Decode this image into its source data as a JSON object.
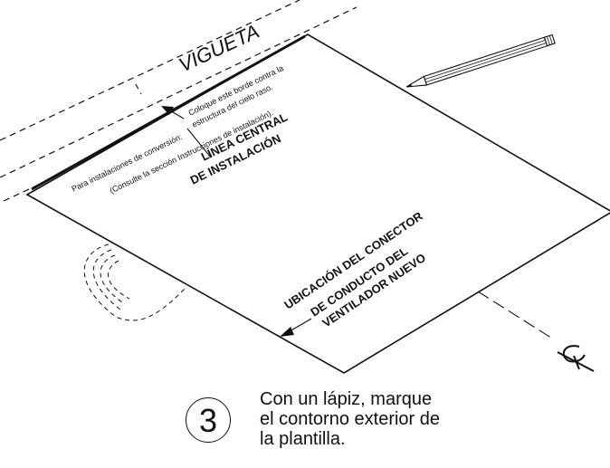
{
  "beam_label": "VIGUETA",
  "template": {
    "conversion_note_1": "Para instalaciones de conversión:",
    "conversion_note_2": "Coloque este borde contra la",
    "conversion_note_3": "estructura del cielo raso.",
    "conversion_note_4": "(Consulte la sección Instrucciones de instalación).",
    "center_line_1": "LÍNEA CENTRAL",
    "center_line_2": "DE INSTALACIÓN",
    "connector_1": "UBICACIÓN DEL CONECTOR",
    "connector_2": "DE CONDUCTO DEL",
    "connector_3": "VENTILADOR NUEVO"
  },
  "centerline_symbol": "℄",
  "step": {
    "number": "3",
    "text_line_1": "Con un lápiz, marque",
    "text_line_2": "el contorno exterior de",
    "text_line_3": "la plantilla."
  },
  "icons": {
    "pencil": "pencil-icon",
    "centerline": "centerline-icon"
  }
}
